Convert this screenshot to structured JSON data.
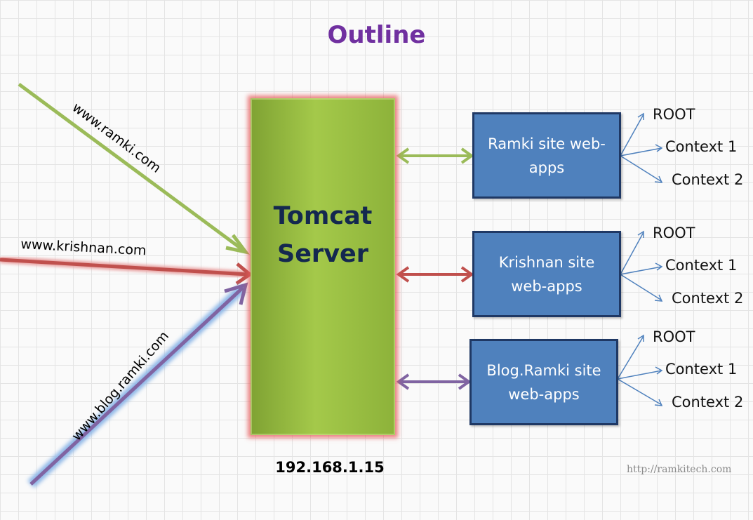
{
  "title": "Outline",
  "server": {
    "line1": "Tomcat",
    "line2": "Server",
    "ip": "192.168.1.15"
  },
  "domains": [
    "www.ramki.com",
    "www.krishnan.com",
    "www.blog.ramki.com"
  ],
  "sites": [
    {
      "line1": "Ramki site web-",
      "line2": "apps",
      "contexts": [
        "ROOT",
        "Context 1",
        "Context 2"
      ]
    },
    {
      "line1": "Krishnan site",
      "line2": "web-apps",
      "contexts": [
        "ROOT",
        "Context 1",
        "Context 2"
      ]
    },
    {
      "line1": "Blog.Ramki site",
      "line2": "web-apps",
      "contexts": [
        "ROOT",
        "Context 1",
        "Context 2"
      ]
    }
  ],
  "watermark": "http://ramkitech.com",
  "colors": {
    "title": "#7030a0",
    "ramki_arrow": "#9bbb59",
    "krishnan_arrow": "#c0504d",
    "blog_arrow": "#8064a2",
    "box_fill": "#4f81bd",
    "context_arrow": "#4f81bd"
  }
}
